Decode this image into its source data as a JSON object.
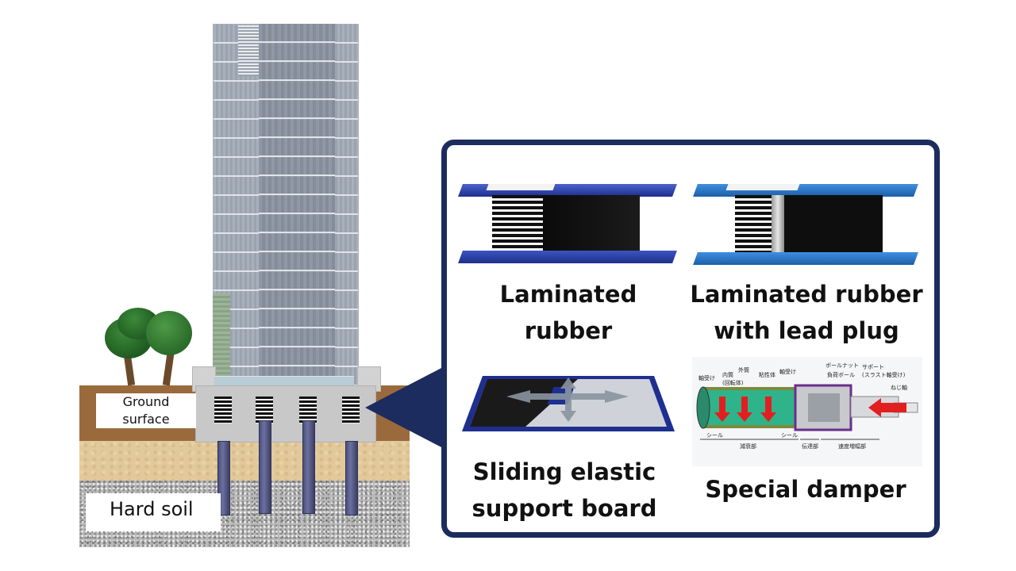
{
  "diagram": {
    "ground_label_line1": "Ground",
    "ground_label_line2": "surface",
    "hard_soil_label": "Hard soil",
    "devices": [
      {
        "line1": "Laminated",
        "line2": "rubber"
      },
      {
        "line1": "Laminated rubber",
        "line2": "with lead plug"
      },
      {
        "line1": "Sliding elastic",
        "line2": "support board"
      },
      {
        "line1": "Special damper",
        "line2": ""
      }
    ],
    "damper_labels": {
      "a": "軸受け",
      "b": "内筒\n(回転体)",
      "c": "外筒",
      "d": "粘性体",
      "e": "軸受け",
      "f": "ボールナット",
      "g": "負荷ボール",
      "h": "サポート\n(スラスト軸受け)",
      "i": "ねじ軸",
      "j": "シール",
      "k": "減衰部",
      "l": "シール",
      "m": "伝達部",
      "n": "速度増幅部"
    },
    "colors": {
      "navy": "#1c2c5e",
      "plate_blue": "#2a3fa8",
      "light_blue": "#2f7fcf"
    }
  }
}
